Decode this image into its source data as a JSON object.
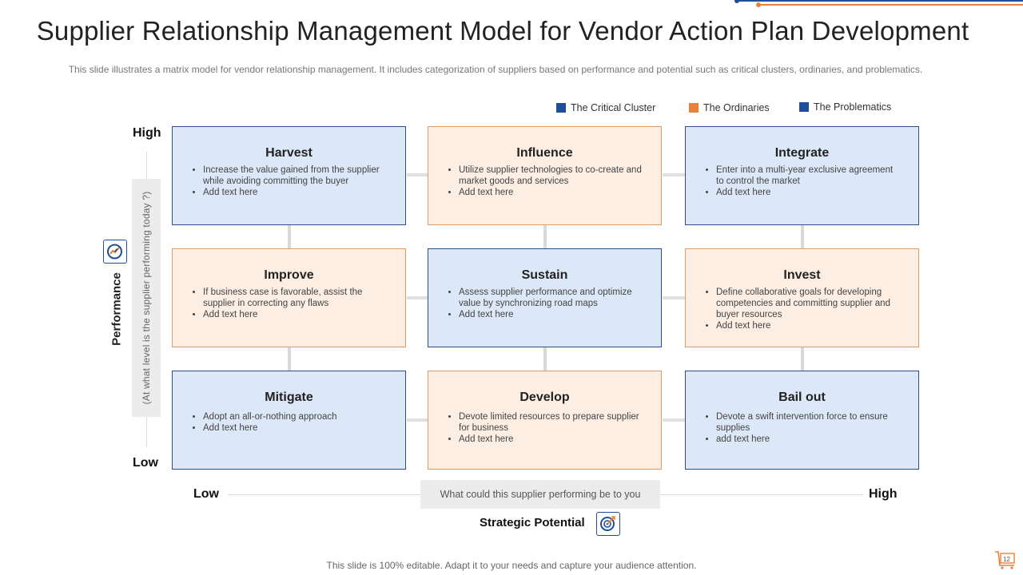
{
  "title": "Supplier Relationship Management Model for Vendor Action Plan Development",
  "subtitle": "This slide illustrates a matrix model for vendor relationship management. It includes categorization of suppliers based on performance  and potential such as critical clusters, ordinaries,  and problematics.",
  "legend": [
    {
      "label": "The Critical Cluster",
      "color": "#1f4e9a"
    },
    {
      "label": "The Ordinaries",
      "color": "#e8813a"
    },
    {
      "label": "The Problematics",
      "color": "#1f4e9a"
    }
  ],
  "colors": {
    "blue_fill": "#dce7f8",
    "blue_border": "#2b4e8f",
    "orange_fill": "#fdeee3",
    "orange_border": "#e39b66",
    "accent": "#1f4e9a",
    "accent2": "#e8813a"
  },
  "y_axis": {
    "high": "High",
    "low": "Low",
    "label": "Performance",
    "question": "(At what level is the supplier performing today ?)",
    "icon": "speedometer-icon"
  },
  "x_axis": {
    "low": "Low",
    "high": "High",
    "label": "Strategic Potential",
    "question": "What could this supplier performing  be to you",
    "icon": "target-icon"
  },
  "cells": [
    {
      "title": "Harvest",
      "style": "blue",
      "bullets": [
        "Increase the value gained from the supplier while avoiding committing the buyer",
        "Add text here"
      ]
    },
    {
      "title": "Influence",
      "style": "orange",
      "bullets": [
        "Utilize supplier technologies to co-create and market goods and services",
        "Add text here"
      ]
    },
    {
      "title": "Integrate",
      "style": "blue",
      "bullets": [
        "Enter into a multi-year exclusive agreement to control the market",
        "Add text here"
      ]
    },
    {
      "title": "Improve",
      "style": "orange",
      "bullets": [
        "If business case is favorable, assist the supplier in correcting any flaws",
        "Add text here"
      ]
    },
    {
      "title": "Sustain",
      "style": "blue",
      "bullets": [
        "Assess supplier performance and optimize value by synchronizing road maps",
        "Add text here"
      ]
    },
    {
      "title": "Invest",
      "style": "orange",
      "bullets": [
        "Define collaborative goals for developing competencies and committing supplier and buyer resources",
        "Add text here"
      ]
    },
    {
      "title": "Mitigate",
      "style": "blue",
      "bullets": [
        " Adopt an all-or-nothing approach",
        "Add text here"
      ]
    },
    {
      "title": "Develop",
      "style": "orange",
      "bullets": [
        "Devote limited resources to prepare supplier for business",
        " Add text here"
      ]
    },
    {
      "title": "Bail out",
      "style": "blue",
      "bullets": [
        "Devote a swift intervention force to ensure supplies",
        " add text here"
      ]
    }
  ],
  "footer": "This slide is 100% editable. Adapt it to your  needs and capture your audience attention.",
  "page_number": "12"
}
